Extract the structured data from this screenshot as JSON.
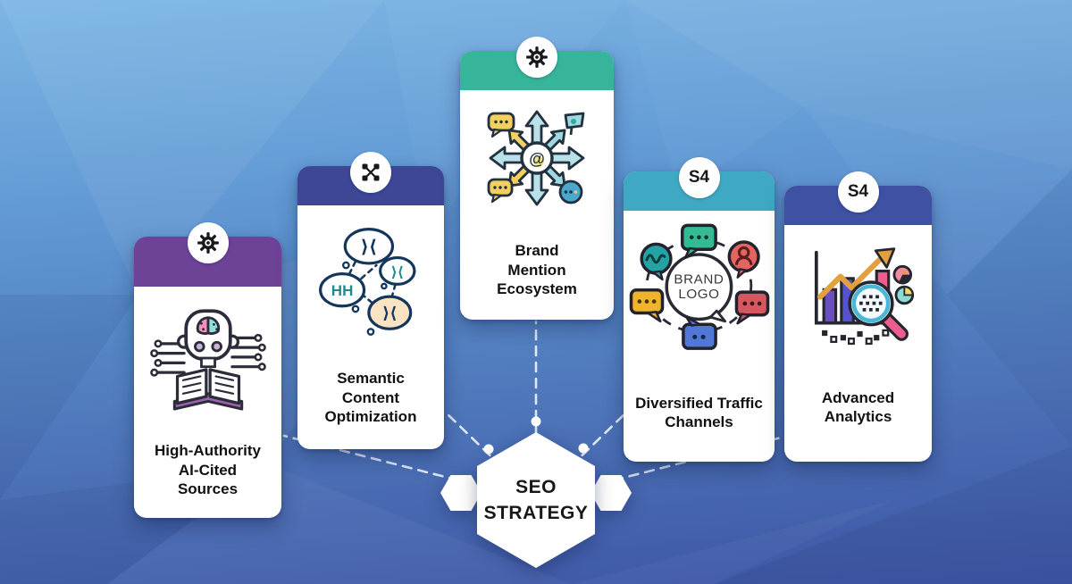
{
  "background": {
    "top_color": "#7db6e4",
    "bottom_color": "#3d54a4"
  },
  "center_hexagon": {
    "shape": "hexagon",
    "color": "#ffffff",
    "lines": [
      "SEO",
      "STRATEGY"
    ]
  },
  "side_hexagons": {
    "left": "decorative-hexagon",
    "right": "decorative-hexagon"
  },
  "connectors": {
    "style": "dashed-white-lines-radiating-from-center"
  },
  "cards": [
    {
      "name": "high-authority-ai-cited-sources",
      "header_color": "#6d4397",
      "badge": {
        "type": "icon",
        "icon": "gear-icon"
      },
      "title_lines": [
        "High-Authority",
        "AI-Cited",
        "Sources"
      ],
      "icon": "ai-robot-book-icon"
    },
    {
      "name": "semantic-content-optimization",
      "header_color": "#3e4796",
      "badge": {
        "type": "icon",
        "icon": "network-nodes-icon"
      },
      "title_lines": [
        "Semantic",
        "Content",
        "Optimization"
      ],
      "icon": "thought-bubbles-icon",
      "icon_glyphs": {
        "top": "⟩⟨",
        "right": "⟩⟨",
        "left": "HH",
        "bottom": "⟩⟨"
      }
    },
    {
      "name": "brand-mention-ecosystem",
      "header_color": "#36b59b",
      "badge": {
        "type": "icon",
        "icon": "gear-icon"
      },
      "title_lines": [
        "Brand",
        "Mention",
        "Ecosystem"
      ],
      "icon": "radiating-arrows-icon",
      "icon_center_glyph": "@"
    },
    {
      "name": "diversified-traffic-channels",
      "header_color": "#3fa9c4",
      "badge": {
        "type": "text",
        "text": "S4"
      },
      "title_lines": [
        "Diversified Traffic",
        "Channels"
      ],
      "icon": "brand-network-icon",
      "icon_text_lines": [
        "BRAND",
        "LOGO"
      ]
    },
    {
      "name": "advanced-analytics",
      "header_color": "#3f51a3",
      "badge": {
        "type": "text",
        "text": "S4"
      },
      "title_lines": [
        "Advanced",
        "Analytics"
      ],
      "icon": "analytics-magnifier-icon"
    }
  ]
}
